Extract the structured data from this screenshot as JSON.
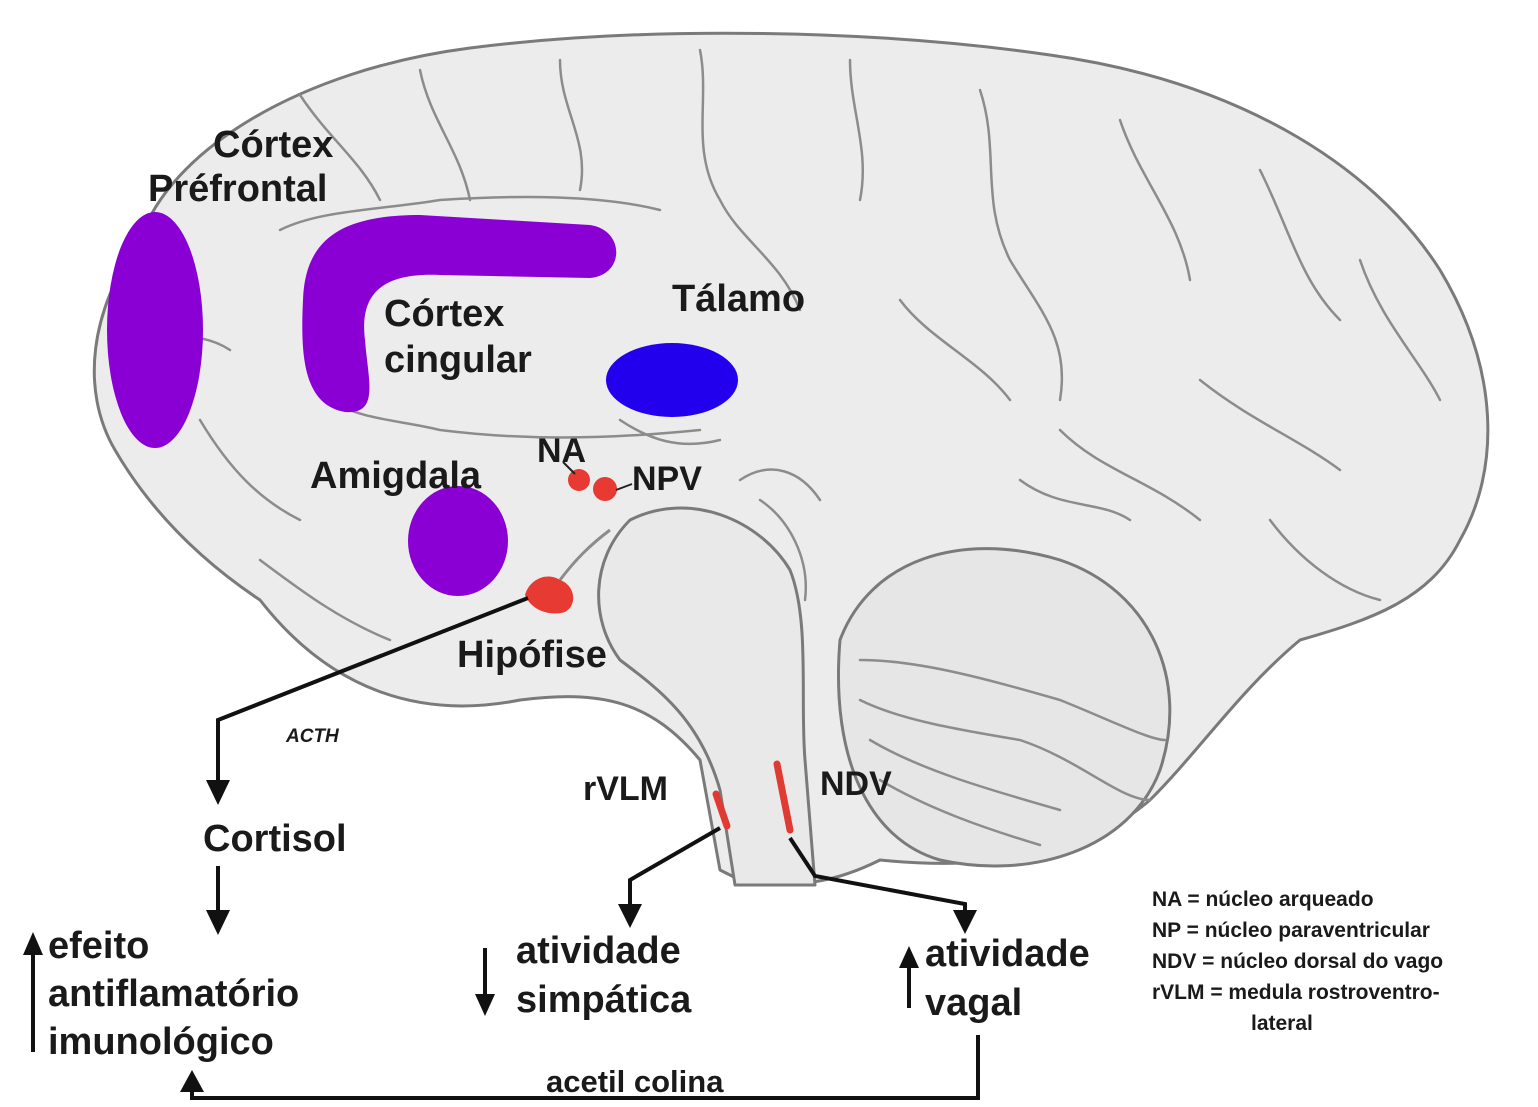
{
  "labels": {
    "cortex_prefrontal_1": "Córtex",
    "cortex_prefrontal_2": "Préfrontal",
    "cortex_cingular_1": "Córtex",
    "cortex_cingular_2": "cingular",
    "talamo": "Tálamo",
    "amigdala": "Amigdala",
    "na": "NA",
    "npv": "NPV",
    "hipofise": "Hipófise",
    "acth": "ACTH",
    "cortisol": "Cortisol",
    "rvlm": "rVLM",
    "ndv": "NDV",
    "efeito_1": "efeito",
    "efeito_2": "antiflamatório",
    "efeito_3": "imunológico",
    "simpatica_1": "atividade",
    "simpatica_2": "simpática",
    "vagal_1": "atividade",
    "vagal_2": "vagal",
    "acetil_colina": "acetil colina"
  },
  "legend": [
    "NA = núcleo arqueado",
    "NP = núcleo paraventricular",
    "NDV = núcleo dorsal do vago",
    "rVLM = medula rostroventro-",
    "lateral"
  ],
  "colors": {
    "brain_fill": "#ececec",
    "purple_region": "#8a00d4",
    "thalamus": "#2200ee",
    "nucleus_red": "#e63a32"
  }
}
